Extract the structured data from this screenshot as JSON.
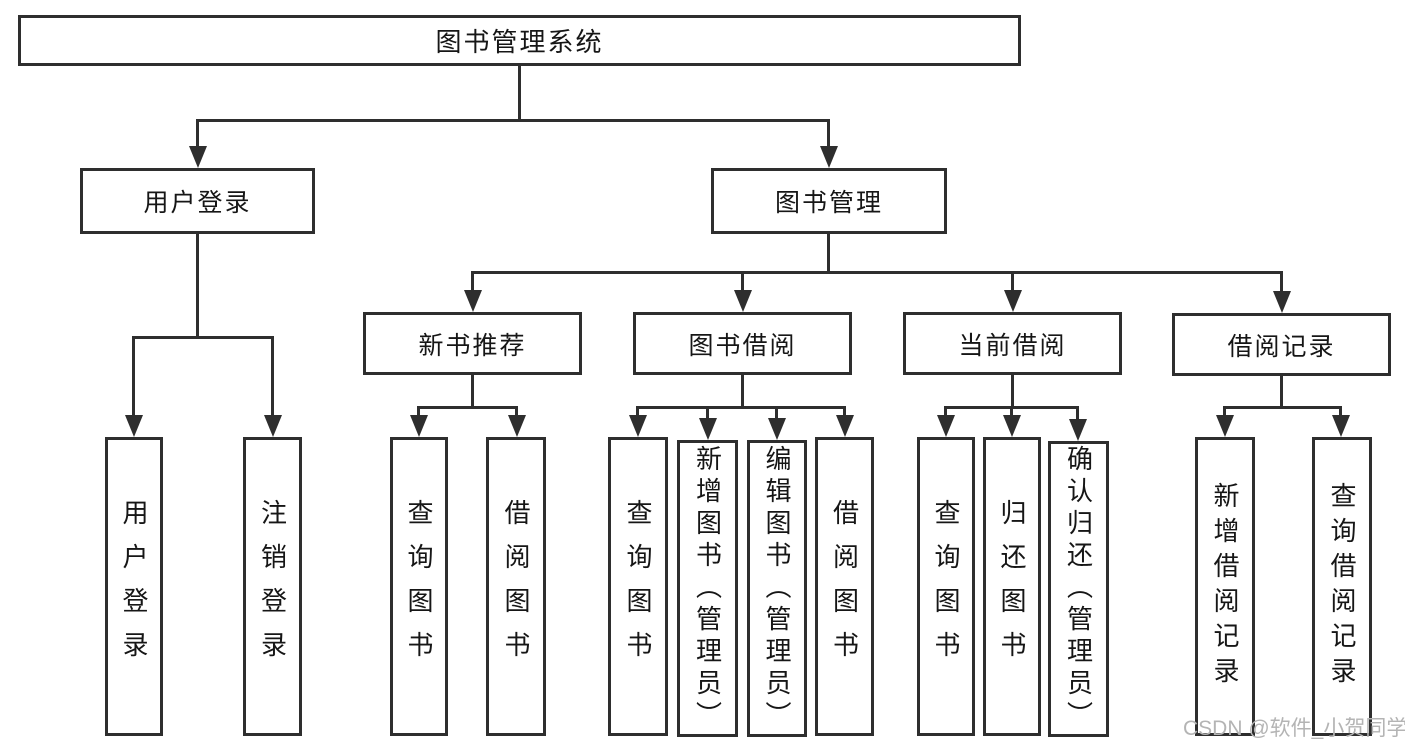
{
  "colors": {
    "line": "#2e2e2e",
    "box_fill": "#ffffff",
    "text": "#161616",
    "watermark": "#b4b4b4"
  },
  "watermark": "CSDN @软件_小贺同学",
  "tree": {
    "label": "图书管理系统",
    "children": [
      {
        "label": "用户登录",
        "children": [
          {
            "label": "用户登录"
          },
          {
            "label": "注销登录"
          }
        ]
      },
      {
        "label": "图书管理",
        "children": [
          {
            "label": "新书推荐",
            "children": [
              {
                "label": "查询图书"
              },
              {
                "label": "借阅图书"
              }
            ]
          },
          {
            "label": "图书借阅",
            "children": [
              {
                "label": "查询图书"
              },
              {
                "label": "新增图书（管理员）"
              },
              {
                "label": "编辑图书（管理员）"
              },
              {
                "label": "借阅图书"
              }
            ]
          },
          {
            "label": "当前借阅",
            "children": [
              {
                "label": "查询图书"
              },
              {
                "label": "归还图书"
              },
              {
                "label": "确认归还（管理员）"
              }
            ]
          },
          {
            "label": "借阅记录",
            "children": [
              {
                "label": "新增借阅记录"
              },
              {
                "label": "查询借阅记录"
              }
            ]
          }
        ]
      }
    ]
  }
}
